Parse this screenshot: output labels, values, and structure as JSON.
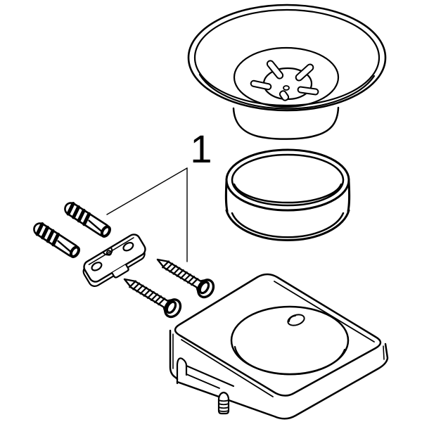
{
  "diagram": {
    "kind": "exploded-parts-diagram",
    "background_color": "#ffffff",
    "line_color": "#000000",
    "callout": {
      "label": "1"
    },
    "parts": [
      "soap-dish-bowl",
      "support-ring",
      "wall-mount-holder",
      "mounting-plate",
      "wall-anchor-upper",
      "wall-anchor-lower",
      "mounting-screw-upper",
      "mounting-screw-lower",
      "set-screw"
    ]
  }
}
